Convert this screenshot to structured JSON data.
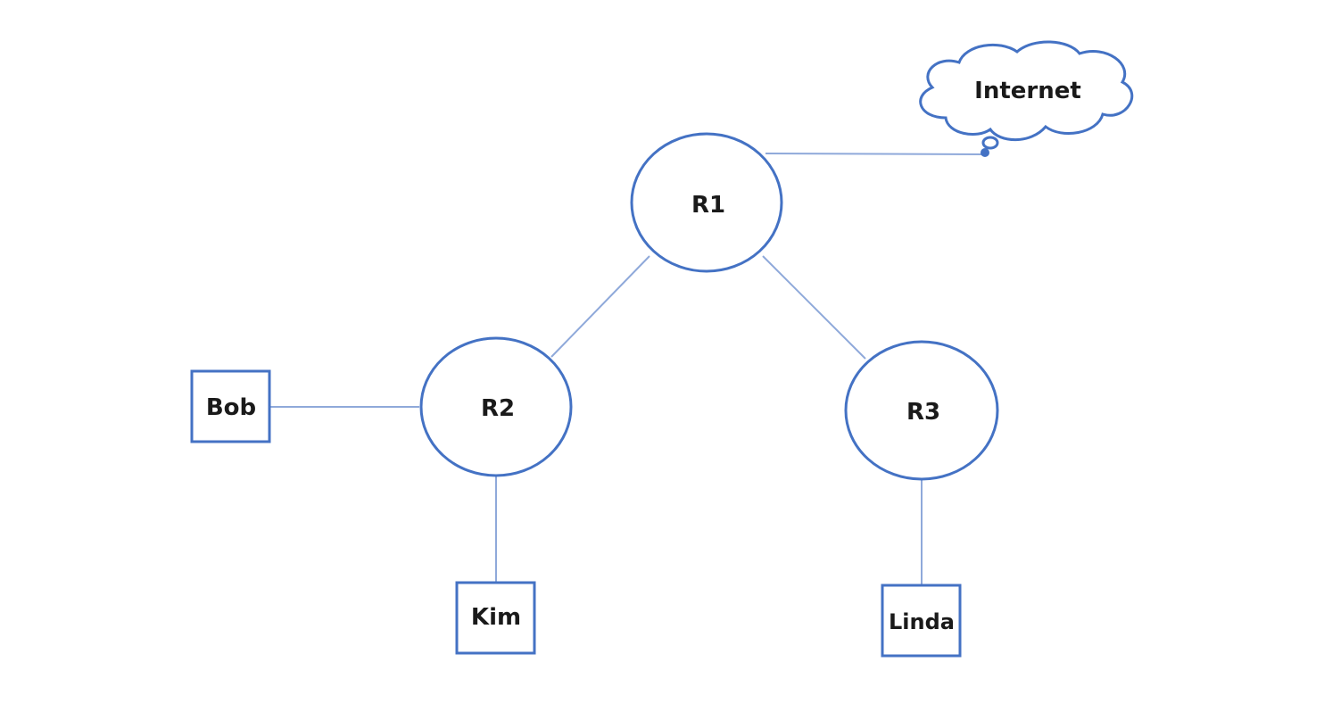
{
  "diagram": {
    "cloud_label": "Internet",
    "routers": {
      "r1": "R1",
      "r2": "R2",
      "r3": "R3"
    },
    "hosts": {
      "bob": "Bob",
      "kim": "Kim",
      "linda": "Linda"
    },
    "colors": {
      "node_stroke": "#4472c4",
      "edge_stroke": "#8fa9da",
      "text": "#1a1a1a",
      "background": "#ffffff"
    }
  }
}
